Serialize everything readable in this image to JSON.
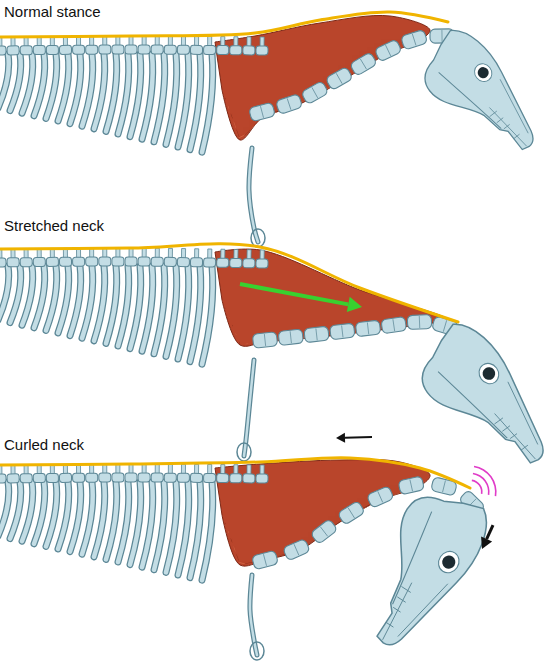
{
  "diagram": {
    "labels": [
      "Normal stance",
      "Stretched neck",
      "Curled neck"
    ]
  }
}
